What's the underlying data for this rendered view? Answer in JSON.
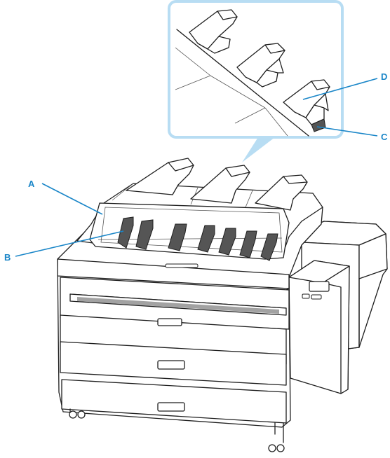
{
  "figure": {
    "subject": "printer-with-output-stacker",
    "accent_color": "#1a86c8",
    "zoom_highlight_color": "#b8ddf3"
  },
  "callouts": [
    {
      "id": "A",
      "label": "A"
    },
    {
      "id": "B",
      "label": "B"
    },
    {
      "id": "C",
      "label": "C"
    },
    {
      "id": "D",
      "label": "D"
    }
  ]
}
